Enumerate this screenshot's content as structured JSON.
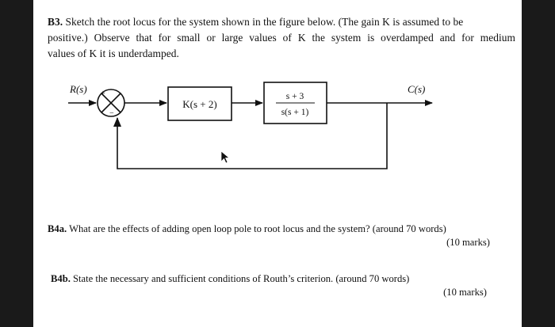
{
  "question_b3": {
    "label": "B3.",
    "line1": "Sketch the root locus for the system shown in the figure below. (The gain K is assumed to be",
    "line2": "positive.) Observe that for small or large values of K the system is overdamped and for medium",
    "line3": "values of K it is underdamped."
  },
  "block_diagram": {
    "input_label": "R(s)",
    "output_label": "C(s)",
    "sum_plus": "+",
    "sum_minus": "−",
    "controller": "K(s + 2)",
    "plant_numerator": "s + 3",
    "plant_denominator": "s(s + 1)"
  },
  "question_b4a": {
    "label": "B4a.",
    "text": "What are the effects of adding open loop pole to root locus and the system? (around 70 words)",
    "marks": "(10 marks)"
  },
  "question_b4b": {
    "label": "B4b.",
    "text": "State the necessary and sufficient conditions of Routh’s criterion. (around 70 words)",
    "marks": "(10 marks)"
  }
}
